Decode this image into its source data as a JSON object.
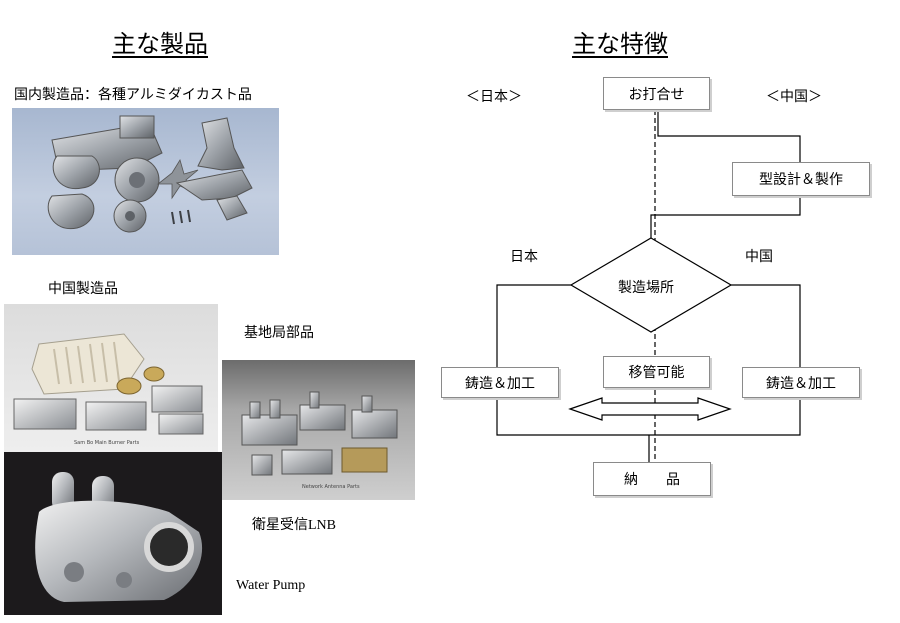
{
  "left": {
    "title": "主な製品",
    "domestic_label": "国内製造品：各種アルミダイカスト品",
    "china_label": "中国製造品",
    "base_station_label": "基地局部品",
    "satellite_label": "衛星受信LNB",
    "pump_label": "Water Pump"
  },
  "right": {
    "title": "主な特徴",
    "side_japan": "＜日本＞",
    "side_china": "＜中国＞",
    "meeting": "お打合せ",
    "mold": "型設計＆製作",
    "branch_japan": "日本",
    "branch_china": "中国",
    "decision": "製造場所",
    "cast_japan": "鋳造＆加工",
    "cast_china": "鋳造＆加工",
    "transfer": "移管可能",
    "delivery": "納　　品"
  },
  "colors": {
    "photo_bg_blue": "#b4c2d8",
    "photo_bg_gray": "#d8d8d8",
    "pump_bg": "#1c1a1c",
    "metal": "#a9adb2",
    "line": "#000000",
    "box_border": "#8a8a8a"
  }
}
